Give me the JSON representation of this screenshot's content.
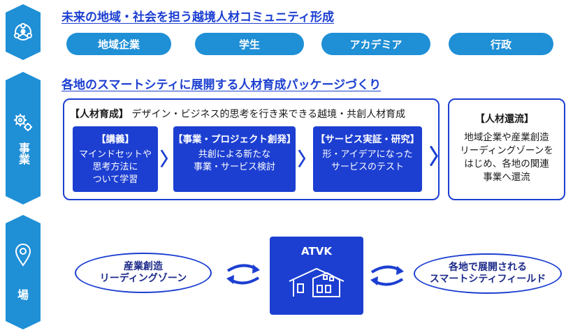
{
  "community": {
    "title": "未来の地域・社会を担う越境人材コミュニティ形成",
    "icon": "people-network-icon",
    "members": [
      "地域企業",
      "学生",
      "アカデミア",
      "行政"
    ]
  },
  "business": {
    "ribbon_label": "事業",
    "icon": "gears-icon",
    "title": "各地のスマートシティに展開する人材育成パッケージづくり",
    "training": {
      "heading_bracket": "【人材育成】",
      "heading_text": "デザイン・ビジネス的思考を行き来できる越境・共創人材育成",
      "steps": [
        {
          "title": "【講義】",
          "body": "マインドセットや\n思考方法に\nついて学習"
        },
        {
          "title": "【事業・プロジェクト創発】",
          "body": "共創による新たな\n事業・サービス検討"
        },
        {
          "title": "【サービス実証・研究】",
          "body": "形・アイデアになった\nサービスのテスト"
        }
      ]
    },
    "return": {
      "heading": "【人材還流】",
      "body": "地域企業や産業創造\nリーディングゾーンを\nはじめ、各地の関連\n事業へ還流"
    }
  },
  "place": {
    "ribbon_label": "場",
    "icon": "location-pin-icon",
    "left": "産業創造\nリーディングゾーン",
    "center_title": "ATVK",
    "right": "各地で展開される\nスマートシティフィールド"
  },
  "colors": {
    "accent_blue": "#1c3fd1",
    "light_blue": "#1f8fd6"
  }
}
